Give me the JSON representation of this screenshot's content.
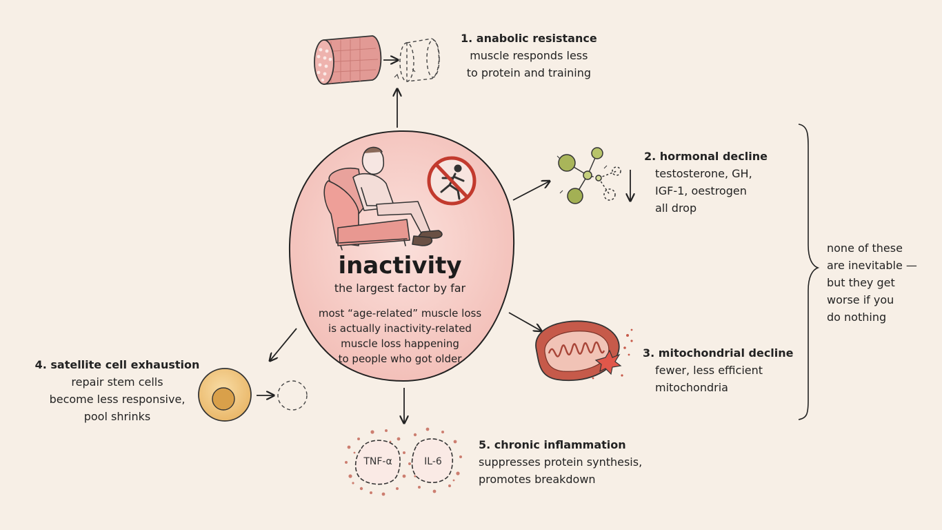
{
  "center": {
    "title": "inactivity",
    "subtitle": "the largest factor by far",
    "note": [
      "most “age-related” muscle loss",
      "is actually inactivity-related",
      "muscle loss happening",
      "to people who got older"
    ]
  },
  "factors": [
    {
      "title": "1.  anabolic resistance",
      "lines": [
        "muscle responds less",
        "to protein and training"
      ],
      "icon": "muscle-fiber-icon"
    },
    {
      "title": "2.  hormonal decline",
      "lines": [
        "testosterone, GH,",
        "IGF-1, oestrogen",
        "all drop"
      ],
      "icon": "molecule-icon"
    },
    {
      "title": "3.  mitochondrial decline",
      "lines": [
        "fewer, less efficient",
        "mitochondria"
      ],
      "icon": "mitochondrion-icon"
    },
    {
      "title": "4.  satellite cell exhaustion",
      "lines": [
        "repair stem cells",
        "become less responsive,",
        "pool shrinks"
      ],
      "icon": "stem-cell-icon"
    },
    {
      "title": "5.  chronic inflammation",
      "lines": [
        "suppresses protein synthesis,",
        "promotes breakdown"
      ],
      "icon": "cytokine-icon",
      "cytokines": [
        "TNF-α",
        "IL-6"
      ]
    }
  ],
  "bracket_note": [
    "none of these",
    "are inevitable —",
    "but they get",
    "worse if you",
    "do nothing"
  ],
  "colors": {
    "background": "#f7efe6",
    "center_blob": "#f6c9c3",
    "muscle": "#e29a95",
    "molecule": "#a9b55a",
    "mitochondrion": "#c65a4a",
    "cell": "#efc47c",
    "particles": "#cc7e70"
  }
}
